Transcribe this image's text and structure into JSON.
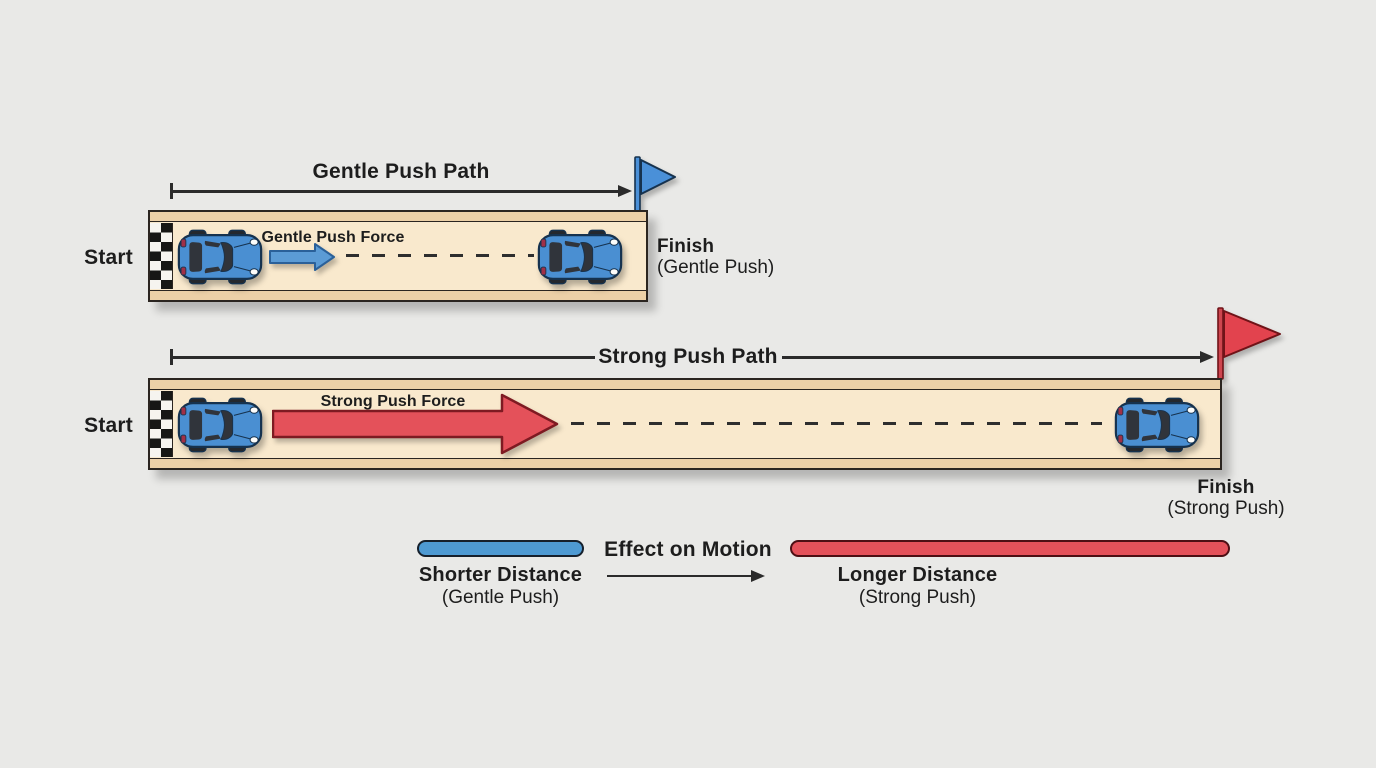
{
  "title_semantic": "Force and Motion: Gentle vs Strong Push diagram",
  "colors": {
    "background": "#e9e9e7",
    "track_lane": "#f9e9cd",
    "track_band": "#ecd0a7",
    "track_outline": "#2b2520",
    "car_blue": "#4a8fd2",
    "gentle_accent": "#4e9ad3",
    "strong_accent": "#e4515a",
    "line_color": "#2b2b2b",
    "text": "#1d1d1d"
  },
  "icons": {
    "car": "blue-toy-car-top-view",
    "gentle_flag": "blue-pennant-flag",
    "strong_flag": "red-pennant-flag",
    "gentle_force_arrow": "blue-block-arrow",
    "strong_force_arrow": "red-block-arrow",
    "start_strip": "checkered-start-strip"
  },
  "gentle": {
    "path_label": "Gentle Push Path",
    "start_label": "Start",
    "force_label": "Gentle Push Force",
    "finish_label": "Finish",
    "finish_sublabel": "(Gentle Push)"
  },
  "strong": {
    "path_label": "Strong Push Path",
    "start_label": "Start",
    "force_label": "Strong Push Force",
    "finish_label": "Finish",
    "finish_sublabel": "(Strong Push)"
  },
  "legend": {
    "title": "Effect on Motion",
    "short_distance_label": "Shorter Distance",
    "short_distance_sublabel": "(Gentle Push)",
    "long_distance_label": "Longer Distance",
    "long_distance_sublabel": "(Strong Push)"
  }
}
